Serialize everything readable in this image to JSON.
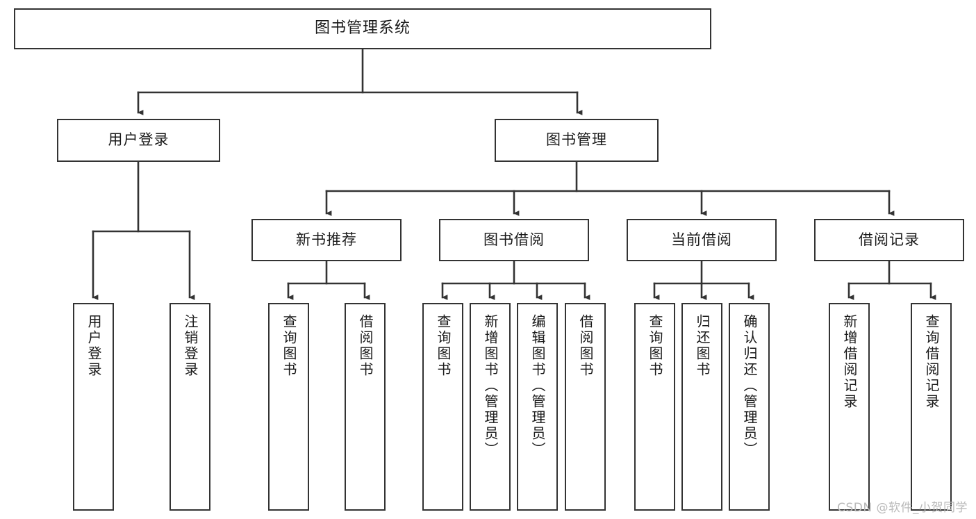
{
  "diagram": {
    "title": "图书管理系统",
    "type": "tree-hierarchy",
    "orientation": "top-down",
    "line_color": "#333333",
    "box_fill": "#ffffff",
    "text_color": "#1a1a1a"
  },
  "root": {
    "label": "图书管理系统"
  },
  "level2": [
    {
      "label": "用户登录"
    },
    {
      "label": "图书管理"
    }
  ],
  "level3": [
    {
      "label": "新书推荐"
    },
    {
      "label": "图书借阅"
    },
    {
      "label": "当前借阅"
    },
    {
      "label": "借阅记录"
    }
  ],
  "leaves": {
    "user_login": [
      {
        "label": "用户登录"
      },
      {
        "label": "注销登录"
      }
    ],
    "new_book": [
      {
        "label": "查询图书"
      },
      {
        "label": "借阅图书"
      }
    ],
    "book_borrow": [
      {
        "label": "查询图书"
      },
      {
        "label": "新增图书（管理员）"
      },
      {
        "label": "编辑图书（管理员）"
      },
      {
        "label": "借阅图书"
      }
    ],
    "current_borrow": [
      {
        "label": "查询图书"
      },
      {
        "label": "归还图书"
      },
      {
        "label": "确认归还（管理员）"
      }
    ],
    "borrow_record": [
      {
        "label": "新增借阅记录"
      },
      {
        "label": "查询借阅记录"
      }
    ]
  },
  "watermark": {
    "text": "CSDN @软件_小贺同学"
  }
}
